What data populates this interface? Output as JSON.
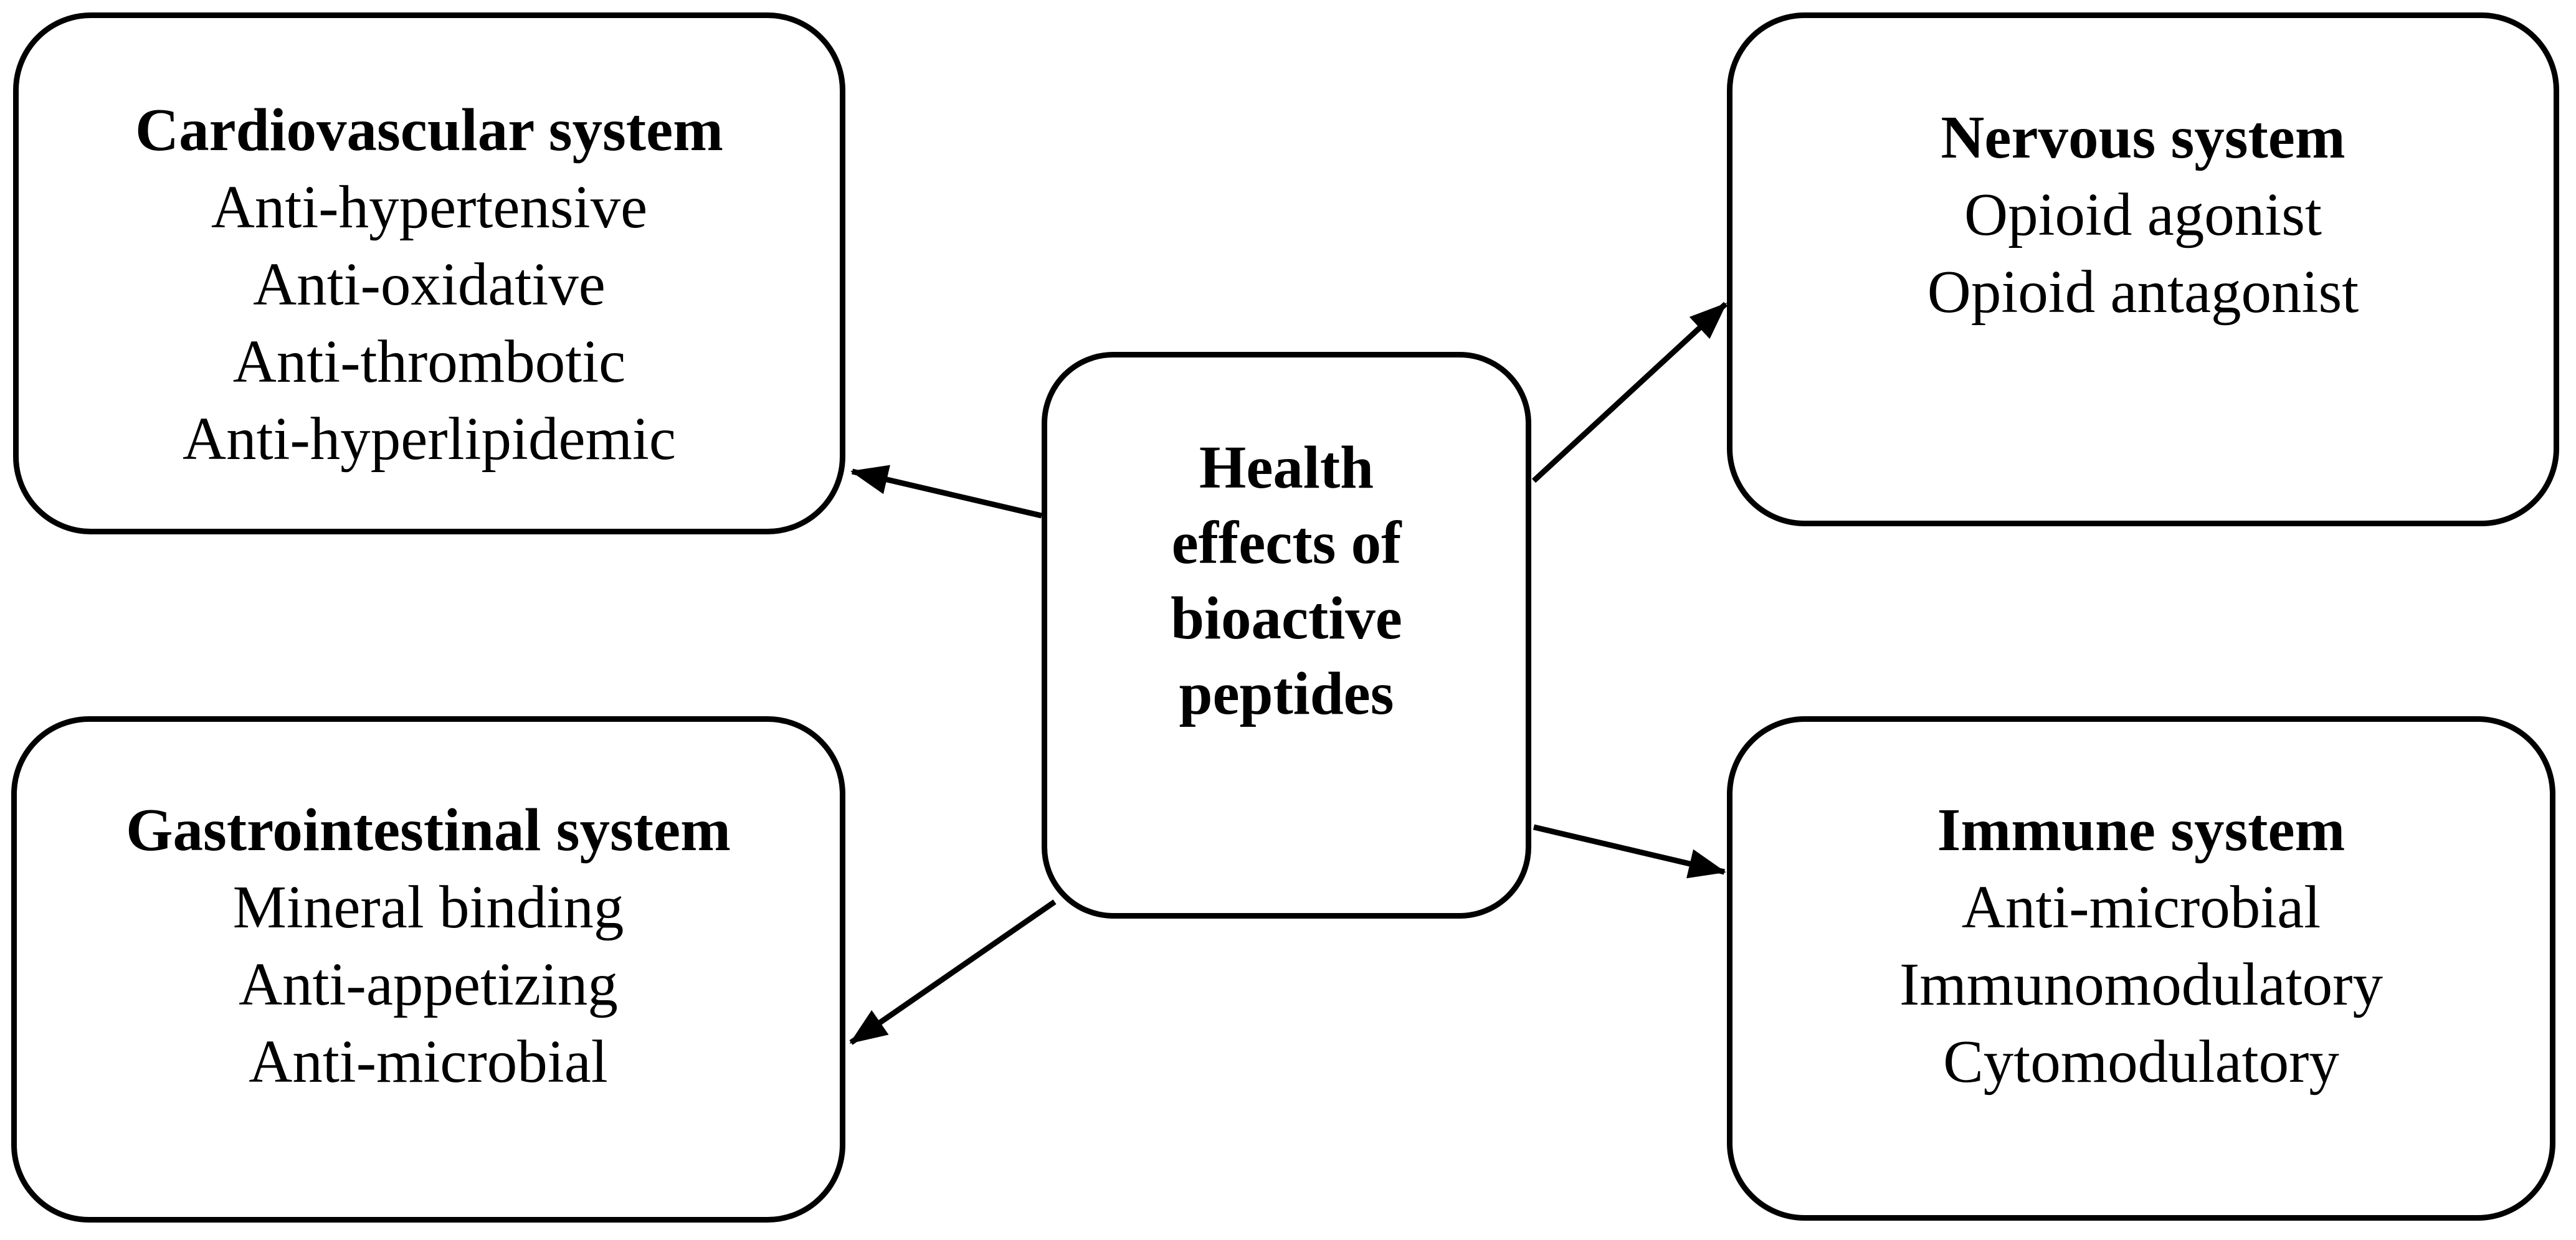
{
  "figure": {
    "background_color": "#ffffff",
    "stroke_color": "#000000",
    "text_color": "#000000",
    "center_box": {
      "title": "Health effects of bioactive peptides",
      "title_lines": [
        "Health",
        "effects of",
        "bioactive",
        "peptides"
      ]
    },
    "boxes": [
      {
        "id": "cardiovascular-system",
        "title": "Cardiovascular system",
        "items": [
          "Anti-hypertensive",
          "Anti-oxidative",
          "Anti-thrombotic",
          "Anti-hyperlipidemic"
        ]
      },
      {
        "id": "nervous-system",
        "title": "Nervous system",
        "items": [
          "Opioid agonist",
          "Opioid antagonist"
        ]
      },
      {
        "id": "gastrointestinal-system",
        "title": "Gastrointestinal system",
        "items": [
          "Mineral binding",
          "Anti-appetizing",
          "Anti-microbial"
        ]
      },
      {
        "id": "immune-system",
        "title": "Immune system",
        "items": [
          "Anti-microbial",
          "Immunomodulatory",
          "Cytomodulatory"
        ]
      }
    ],
    "arrows": [
      {
        "from": "center",
        "to": "cardiovascular-system"
      },
      {
        "from": "center",
        "to": "nervous-system"
      },
      {
        "from": "center",
        "to": "gastrointestinal-system"
      },
      {
        "from": "center",
        "to": "immune-system"
      }
    ]
  }
}
